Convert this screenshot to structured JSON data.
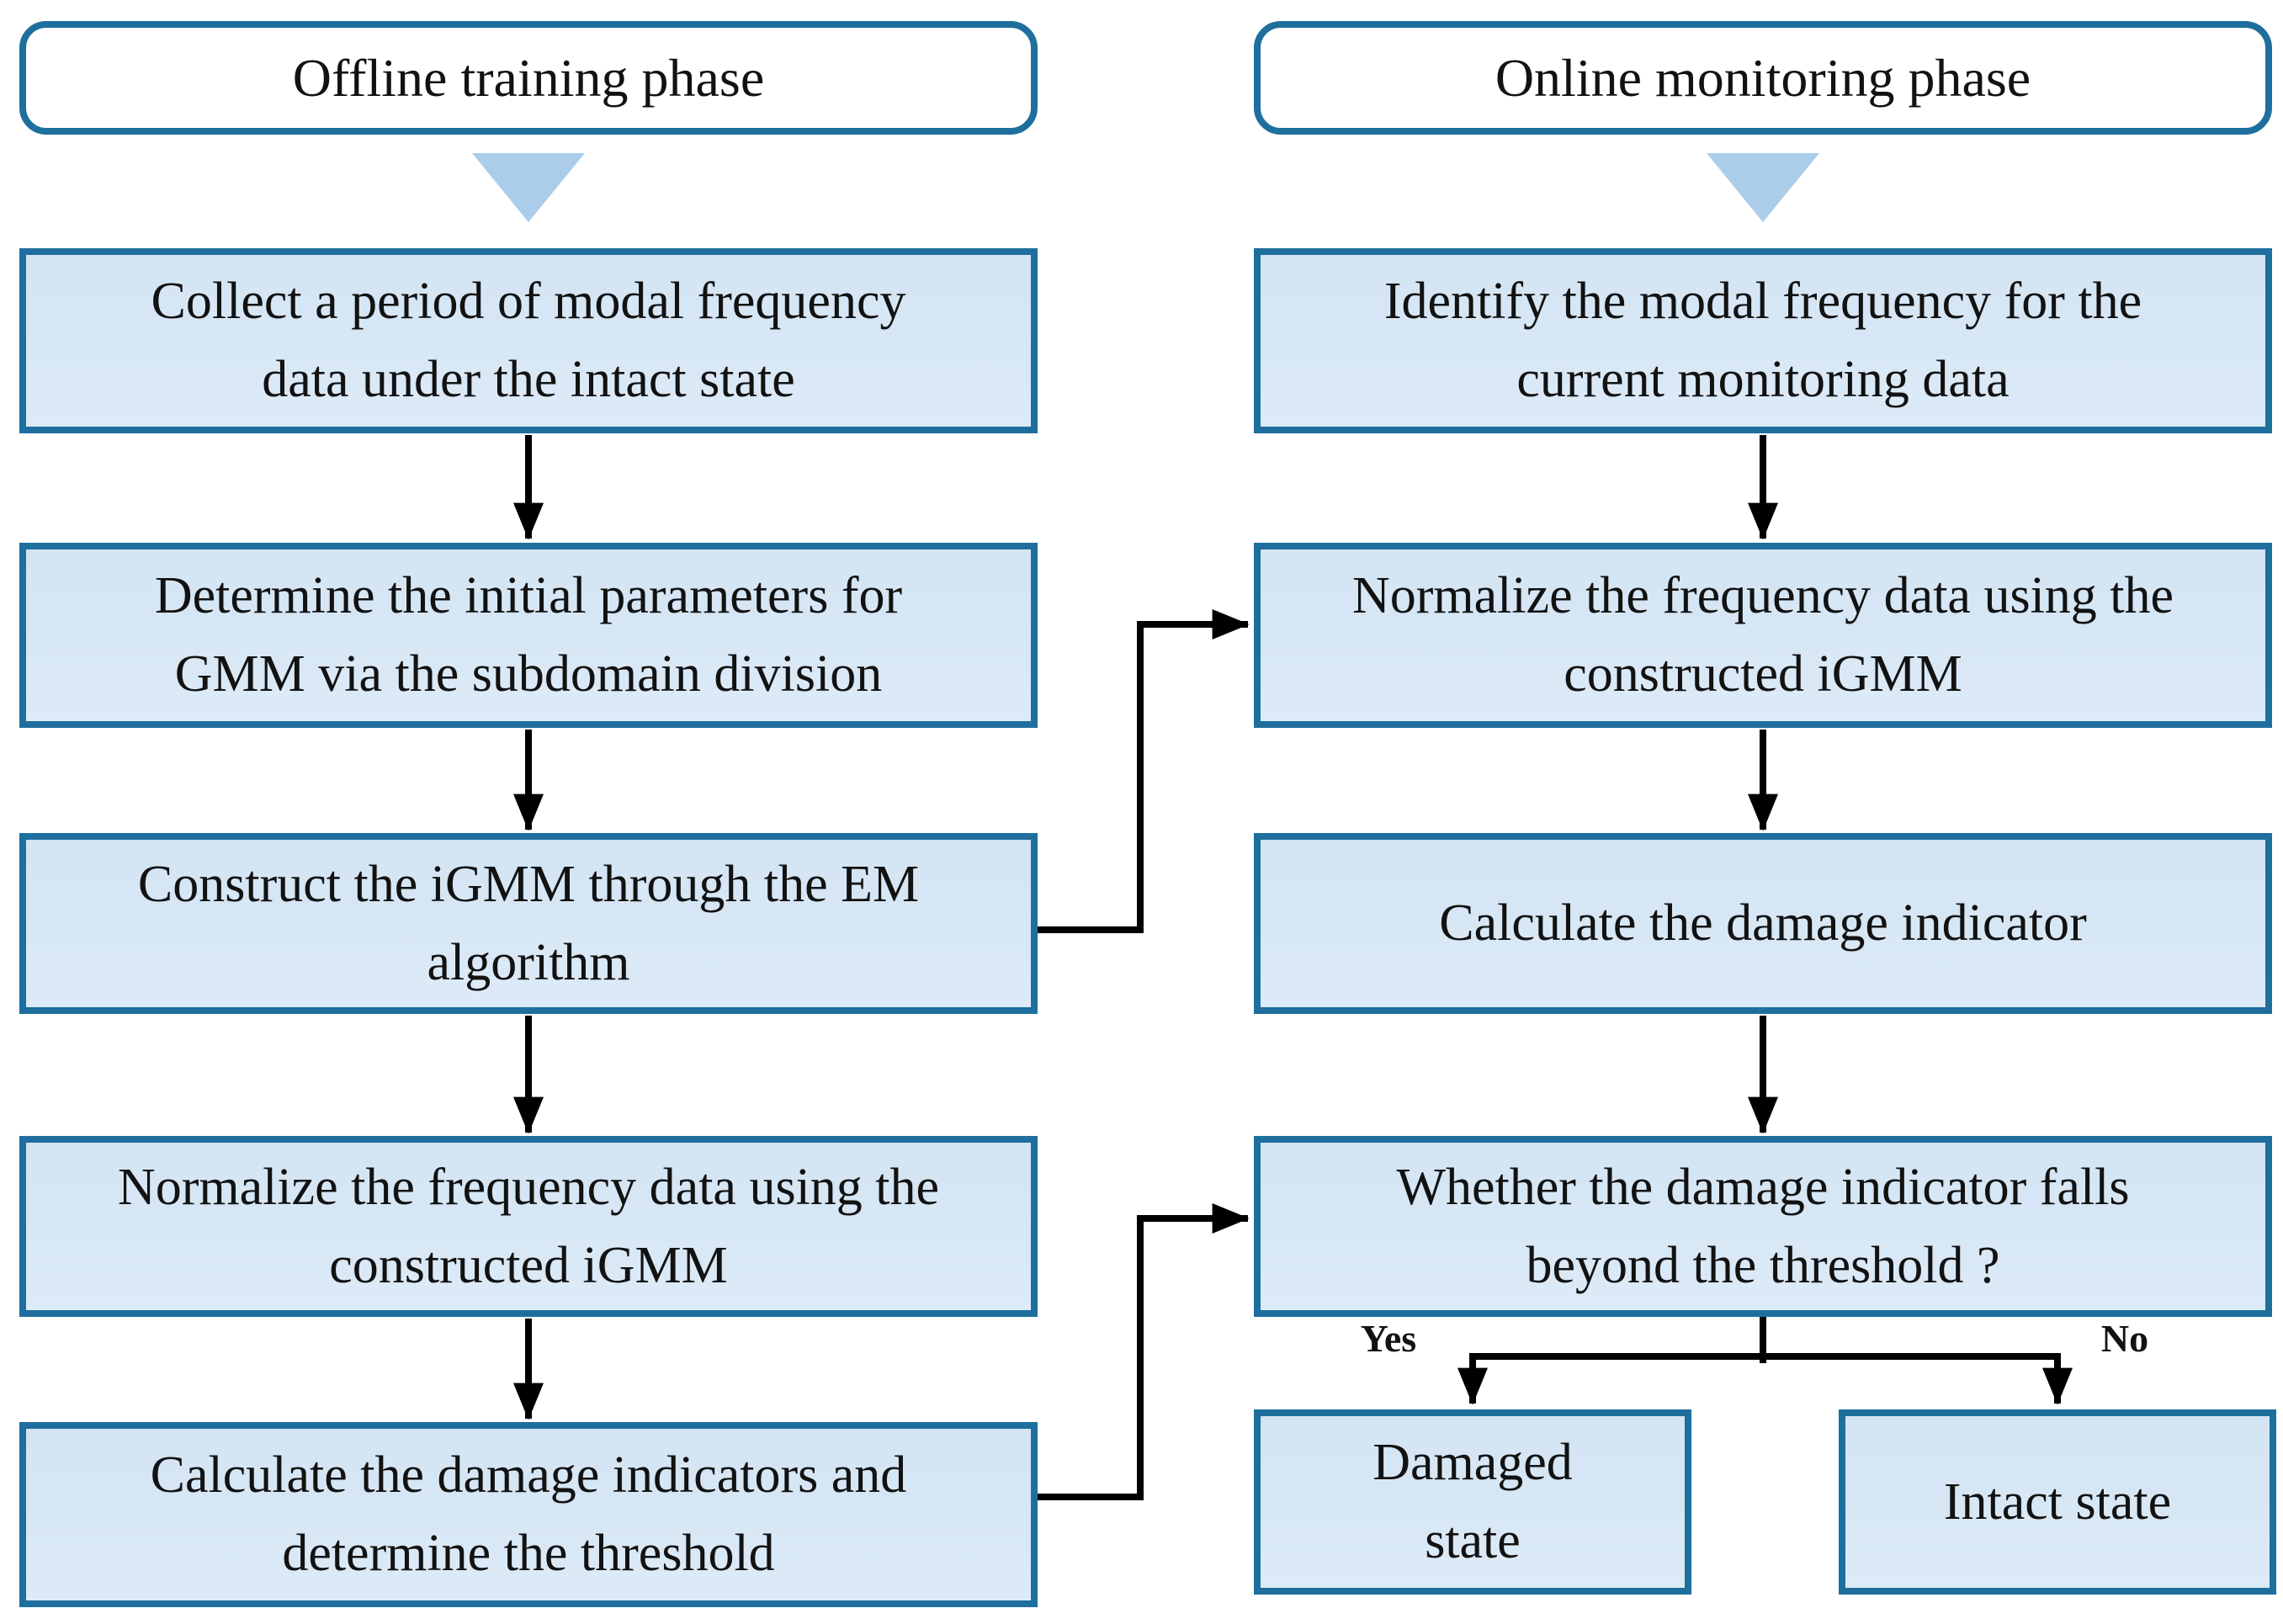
{
  "figure": {
    "offline": {
      "header": "Offline training phase",
      "steps": [
        "Collect a period of modal frequency data under the intact state",
        "Determine the initial parameters for GMM via the subdomain division",
        "Construct the iGMM through the EM algorithm",
        "Normalize the frequency data using the constructed iGMM",
        "Calculate the damage indicators and determine the threshold"
      ]
    },
    "online": {
      "header": "Online monitoring phase",
      "steps": [
        "Identify the modal frequency for the current monitoring data",
        "Normalize the frequency data using the constructed iGMM",
        "Calculate the damage indicator",
        "Whether the damage indicator falls beyond the threshold ?"
      ],
      "outcomes": [
        {
          "branch": "Yes",
          "label": "Damaged state"
        },
        {
          "branch": "No",
          "label": "Intact state"
        }
      ]
    },
    "colors": {
      "box_fill": "#d8e7f4",
      "box_border": "#1e6f9e",
      "header_fill": "#ffffff",
      "triangle": "#abcdea",
      "connector": "#000000",
      "text": "#121212"
    }
  }
}
